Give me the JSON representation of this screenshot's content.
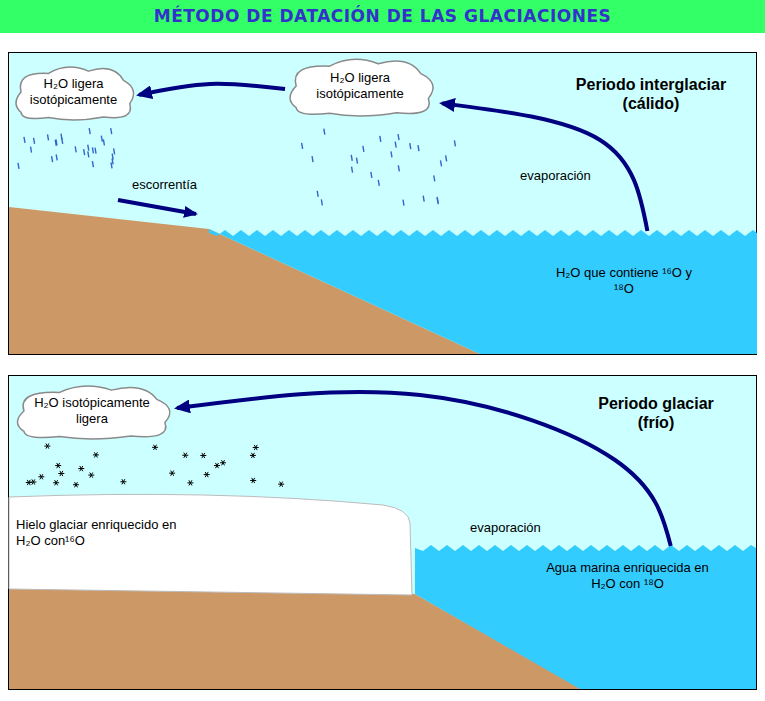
{
  "diagram": {
    "title": "MÉTODO DE DATACIÓN DE LAS GLACIACIONES",
    "nodes": [
      {
        "text": [
          "Periodo interglaciar (cálido)"
        ]
      },
      {
        "text": [
          "H₂O ligera isotópicamente"
        ],
        "in": 0
      },
      {
        "text": [
          "H₂O ligera isotópicamente"
        ],
        "in": 0
      },
      {
        "text": [
          "H₂O que contiene ¹⁶O y ¹⁸O"
        ],
        "in": 0
      },
      {
        "text": [
          "Periodo glaciar (frío)"
        ]
      },
      {
        "text": [
          "H₂O isotópicamente ligera"
        ],
        "in": 4
      },
      {
        "text": [
          "Hielo glaciar enriquecido en H₂O con¹⁶O"
        ],
        "in": 4
      },
      {
        "text": [
          "Agua marina enriquecida en H₂O con ¹⁸O"
        ],
        "in": 4
      }
    ],
    "edges": [
      {
        "from": 2,
        "to": 1,
        "arrow": "to"
      },
      {
        "from": 3,
        "to": 2,
        "label": "evaporación",
        "arrow": "to"
      },
      {
        "from": 7,
        "to": 5,
        "label": "evaporación",
        "arrow": "to"
      }
    ],
    "labels": [
      "escorrentía"
    ]
  }
}
